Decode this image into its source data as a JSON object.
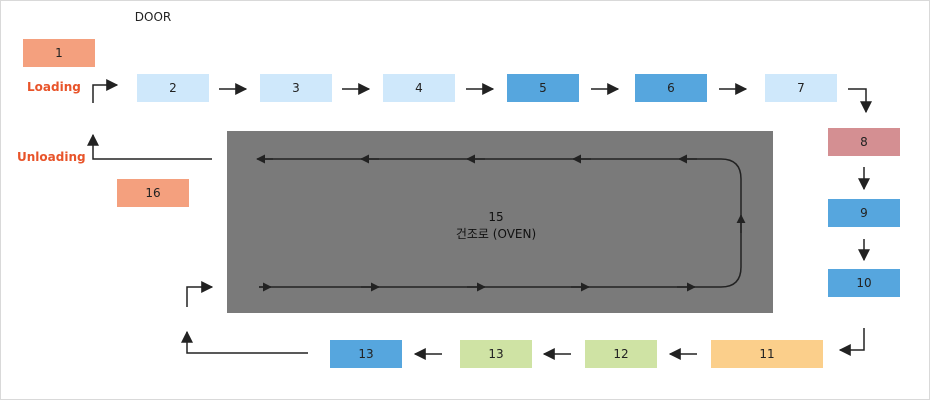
{
  "door": {
    "label": "DOOR"
  },
  "labels": {
    "loading": "Loading",
    "unloading": "Unloading"
  },
  "oven": {
    "number": "15",
    "name": "건조로 (OVEN)"
  },
  "stations": [
    {
      "id": "1",
      "label": "1",
      "color": "#f4a07e"
    },
    {
      "id": "2",
      "label": "2",
      "color": "#cfe8fb"
    },
    {
      "id": "3",
      "label": "3",
      "color": "#cfe8fb"
    },
    {
      "id": "4",
      "label": "4",
      "color": "#cfe8fb"
    },
    {
      "id": "5",
      "label": "5",
      "color": "#56a6de"
    },
    {
      "id": "6",
      "label": "6",
      "color": "#56a6de"
    },
    {
      "id": "7",
      "label": "7",
      "color": "#cfe8fb"
    },
    {
      "id": "8",
      "label": "8",
      "color": "#d48f92"
    },
    {
      "id": "9",
      "label": "9",
      "color": "#56a6de"
    },
    {
      "id": "10",
      "label": "10",
      "color": "#56a6de"
    },
    {
      "id": "11",
      "label": "11",
      "color": "#fbcf8b"
    },
    {
      "id": "12",
      "label": "12",
      "color": "#cfe3a4"
    },
    {
      "id": "13a",
      "label": "13",
      "color": "#cfe3a4"
    },
    {
      "id": "13b",
      "label": "13",
      "color": "#56a6de"
    },
    {
      "id": "16",
      "label": "16",
      "color": "#f4a07e"
    }
  ],
  "colors": {
    "oven": "#7a7a7a",
    "door": "#d9d9d9",
    "arrow": "#222222",
    "label_accent": "#e8542a"
  }
}
